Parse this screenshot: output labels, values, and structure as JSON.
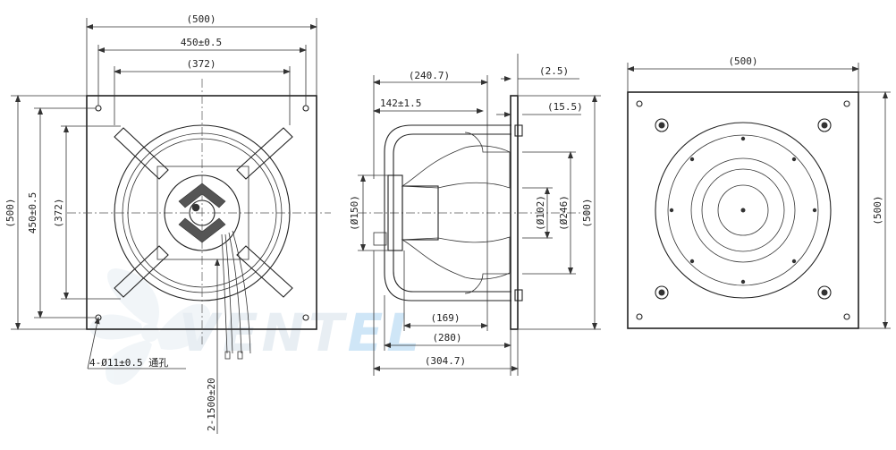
{
  "watermark": {
    "brand_main": "VENT",
    "brand_accent": "EL",
    "colors": {
      "main": "#e8eef3",
      "accent": "#cfe6f7"
    }
  },
  "front_view": {
    "dim_top_overall": "(500)",
    "dim_top_holes": "450±0.5",
    "dim_top_inner": "(372)",
    "dim_left_overall": "(500)",
    "dim_left_holes": "450±0.5",
    "dim_left_inner": "(372)",
    "hole_note": "4-Ø11±0.5 通孔",
    "cable_note": "2-1500±20"
  },
  "side_view": {
    "dim_240": "(240.7)",
    "dim_2_5": "(2.5)",
    "dim_142": "142±1.5",
    "dim_15_5": "(15.5)",
    "dim_d150": "(Ø150)",
    "dim_d102": "(Ø102)",
    "dim_d246": "(Ø246)",
    "dim_500": "(500)",
    "dim_169": "(169)",
    "dim_280": "(280)",
    "dim_304": "(304.7)"
  },
  "rear_view": {
    "dim_top": "(500)",
    "dim_right": "(500)"
  }
}
